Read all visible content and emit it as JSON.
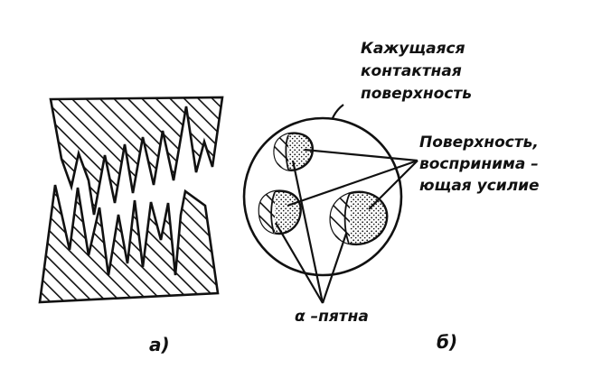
{
  "colors": {
    "ink": "#111111",
    "paper": "#ffffff"
  },
  "panel_a": {
    "label": "а)"
  },
  "panel_b": {
    "label": "б)",
    "apparent_surface_lines": [
      "Кажущаяся",
      "контактная",
      "поверхность"
    ],
    "load_surface_lines": [
      "Поверхность,",
      "воспринима –",
      "ющая усилие"
    ],
    "alpha_spots": "α –пятна"
  }
}
